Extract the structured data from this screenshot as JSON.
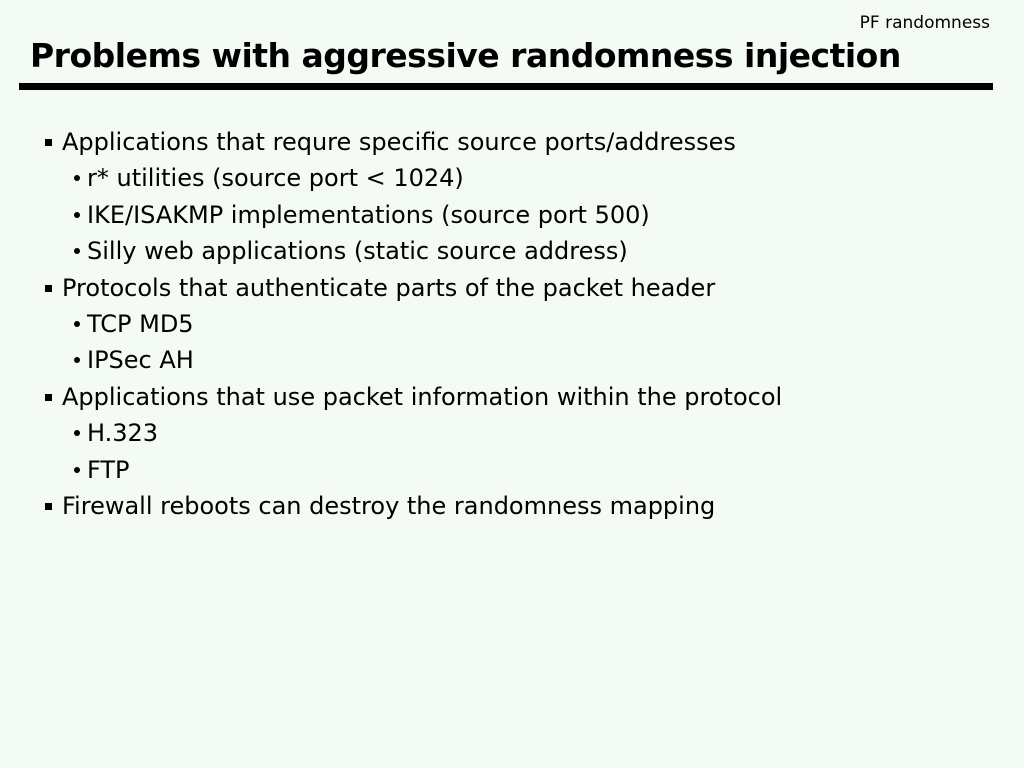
{
  "slide": {
    "corner_label": "PF randomness",
    "title": "Problems with aggressive randomness injection",
    "bullets": [
      {
        "level": 1,
        "text": "Applications that requre specific source ports/addresses"
      },
      {
        "level": 2,
        "text": "r* utilities (source port < 1024)"
      },
      {
        "level": 2,
        "text": "IKE/ISAKMP implementations (source port 500)"
      },
      {
        "level": 2,
        "text": "Silly web applications (static source address)"
      },
      {
        "level": 1,
        "text": "Protocols that authenticate parts of the packet header"
      },
      {
        "level": 2,
        "text": "TCP MD5"
      },
      {
        "level": 2,
        "text": "IPSec AH"
      },
      {
        "level": 1,
        "text": "Applications that use packet information within the protocol"
      },
      {
        "level": 2,
        "text": "H.323"
      },
      {
        "level": 2,
        "text": "FTP"
      },
      {
        "level": 1,
        "text": "Firewall reboots can destroy the randomness mapping"
      }
    ],
    "colors": {
      "background": "#f4faf4",
      "text": "#000000",
      "rule": "#000000"
    }
  }
}
